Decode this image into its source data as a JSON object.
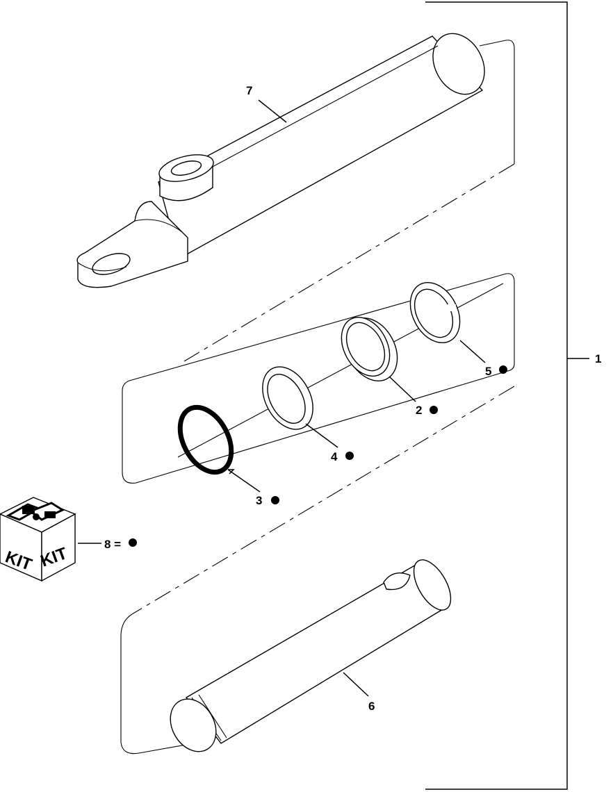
{
  "labels": {
    "assembly": "1",
    "wear_ring": "2",
    "o_ring": "3",
    "piston_ring": "4",
    "snap_ring": "5",
    "rod": "6",
    "barrel": "7",
    "kit_callout": "8 ="
  },
  "kit_box": {
    "text_left": "KIT",
    "text_right": "KIT"
  },
  "colors": {
    "line": "#000000",
    "background": "#ffffff"
  }
}
